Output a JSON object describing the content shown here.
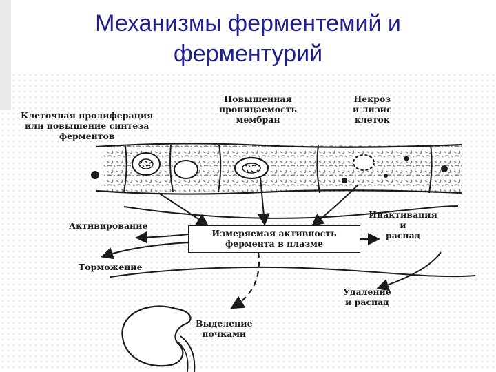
{
  "slide": {
    "title_line1": "Механизмы ферментемий и",
    "title_line2": "ферментурий"
  },
  "diagram": {
    "labels": {
      "proliferation": [
        "Клеточная пролиферация",
        "или повышение синтеза",
        "ферментов"
      ],
      "permeability": [
        "Повышенная",
        "проницаемость",
        "мембран"
      ],
      "necrosis": [
        "Некроз",
        "и лизис",
        "клеток"
      ],
      "measured": [
        "Измеряемая активность",
        "фермента в плазме"
      ],
      "activation": "Активирование",
      "inhibition": "Торможение",
      "inactivation": [
        "Инактивация",
        "и",
        "распад"
      ],
      "removal": [
        "Удаление",
        "и распад"
      ],
      "renal": [
        "Выделение",
        "почками"
      ]
    }
  },
  "colors": {
    "title": "#1f1f8f",
    "ink": "#1b1b1b"
  }
}
